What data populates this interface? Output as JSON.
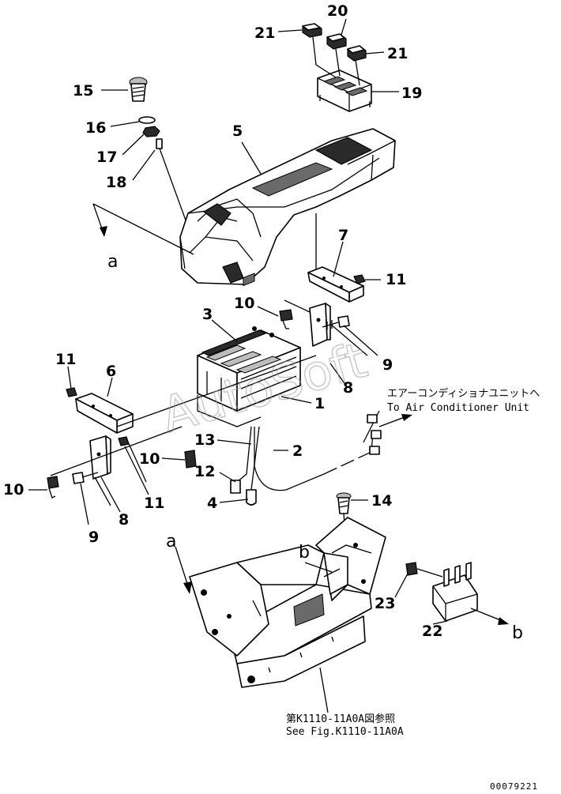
{
  "callouts": {
    "c21a": "21",
    "c20": "20",
    "c21b": "21",
    "c19": "19",
    "c15": "15",
    "c16": "16",
    "c17": "17",
    "c18": "18",
    "c5": "5",
    "c7": "7",
    "c11a": "11",
    "c10a": "10",
    "c3": "3",
    "c9a": "9",
    "c8a": "8",
    "c1": "1",
    "c11b": "11",
    "c6": "6",
    "c13": "13",
    "c2": "2",
    "c10b": "10",
    "c12": "12",
    "c10c": "10",
    "c9b": "9",
    "c11c": "11",
    "c8b": "8",
    "c4": "4",
    "c14": "14",
    "c23": "23",
    "c22": "22"
  },
  "refs": {
    "a_top": "a",
    "a_bottom": "a",
    "b_top": "b",
    "b_right": "b"
  },
  "notes": {
    "aircon_jp": "エアーコンディショナユニットへ",
    "aircon_en": "To Air Conditioner Unit",
    "fig_jp": "第K1110-11A0A図参照",
    "fig_en": "See Fig.K1110-11A0A"
  },
  "watermark": "AutoSoft",
  "doc_number": "00079221"
}
